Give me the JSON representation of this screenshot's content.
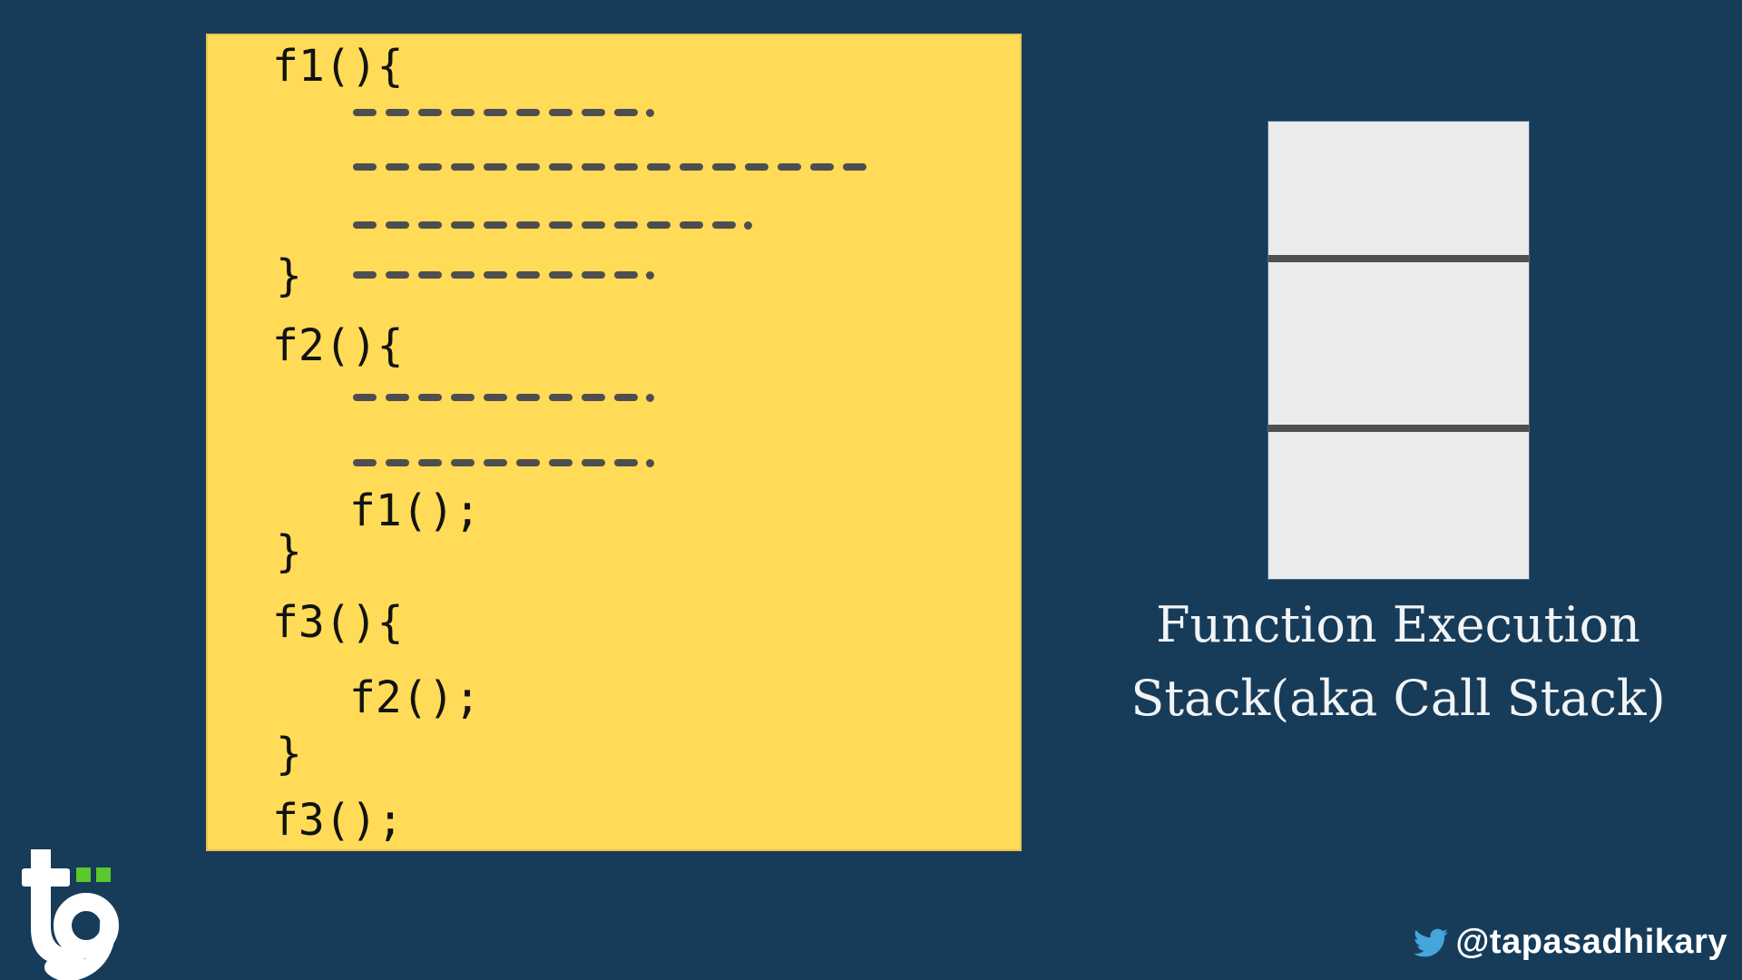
{
  "colors": {
    "background": "#173c5a",
    "note_background": "#ffdb57",
    "dash": "#4e4e50",
    "code_text": "#121212",
    "stack_fill": "#ebebeb",
    "stack_divider": "#4f4f4f",
    "caption_text": "#f2f4f5",
    "twitter_blue": "#46a5db",
    "logo_green": "#5bc82d",
    "logo_white": "#ffffff"
  },
  "note": {
    "lines": [
      {
        "kind": "code",
        "text": "f1(){",
        "indent": "root"
      },
      {
        "kind": "dashes",
        "dashes": 9,
        "dot": true
      },
      {
        "kind": "dashes",
        "dashes": 16,
        "dot": false
      },
      {
        "kind": "dashes",
        "dashes": 12,
        "dot": true
      },
      {
        "kind": "brace_dashes",
        "text": "}",
        "dashes": 9,
        "dot": true
      },
      {
        "kind": "code",
        "text": "f2(){",
        "indent": "root"
      },
      {
        "kind": "dashes",
        "dashes": 9,
        "dot": true
      },
      {
        "kind": "dashes",
        "dashes": 9,
        "dot": true
      },
      {
        "kind": "code",
        "text": "f1();",
        "indent": "call"
      },
      {
        "kind": "code",
        "text": "}",
        "indent": "brace"
      },
      {
        "kind": "code",
        "text": "f3(){",
        "indent": "root"
      },
      {
        "kind": "code",
        "text": "f2();",
        "indent": "call"
      },
      {
        "kind": "code",
        "text": "}",
        "indent": "brace"
      },
      {
        "kind": "code",
        "text": "f3();",
        "indent": "root"
      }
    ]
  },
  "stack": {
    "frame_count": 3,
    "frames": [
      "",
      "",
      ""
    ],
    "caption_line1": "Function Execution",
    "caption_line2": "Stack(aka Call Stack)"
  },
  "footer": {
    "twitter_handle": "@tapasadhikary"
  }
}
